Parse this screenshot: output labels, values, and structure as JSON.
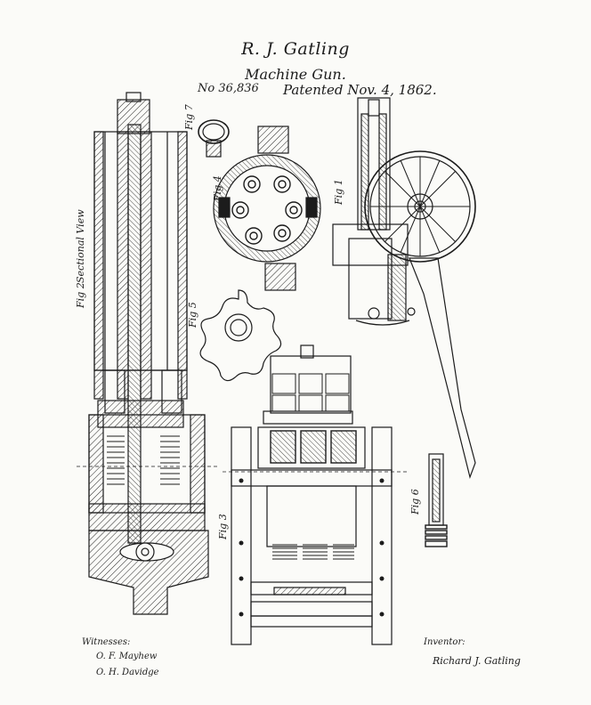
{
  "header": {
    "inventor": "R. J. Gatling",
    "title": "Machine Gun.",
    "patent_no": "No 36,836",
    "patented": "Patented Nov. 4, 1862."
  },
  "figures": {
    "fig1": "Fig 1",
    "fig2": "Fig 2",
    "fig2_caption": "Sectional View",
    "fig3": "Fig 3",
    "fig4": "Fig 4",
    "fig5": "Fig 5",
    "fig6": "Fig 6",
    "fig7": "Fig 7"
  },
  "footer": {
    "witnesses_label": "Witnesses:",
    "witness1": "O. F. Mayhew",
    "witness2": "O. H. Davidge",
    "inventor_label": "Inventor:",
    "inventor_signature": "Richard J. Gatling"
  }
}
